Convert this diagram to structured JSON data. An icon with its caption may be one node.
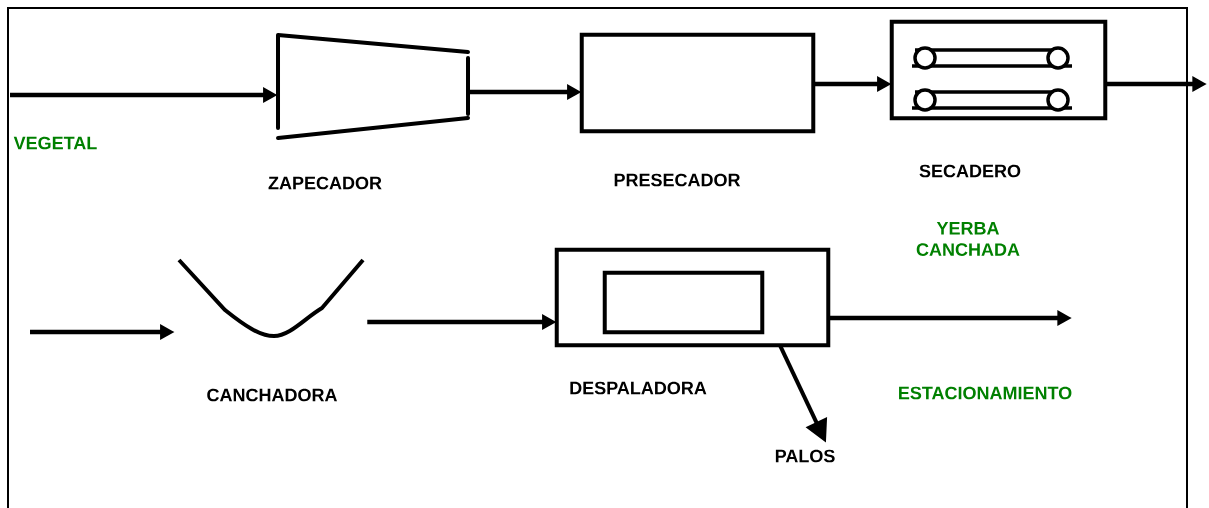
{
  "diagram": {
    "nodes": [
      {
        "text": [
          "ZAPECADOR"
        ]
      },
      {
        "text": [
          "PRESECADOR"
        ]
      },
      {
        "text": [
          "SECADERO"
        ]
      },
      {
        "text": [
          "CANCHADORA"
        ]
      },
      {
        "text": [
          "DESPALADORA"
        ]
      },
      {
        "text": [],
        "shape": "box",
        "in": 4
      },
      {
        "text": [
          "PALOS"
        ]
      }
    ],
    "edges": [
      {
        "from": null,
        "to": 0,
        "arrow": "to",
        "label": "VEGETAL"
      },
      {
        "from": 0,
        "to": 1,
        "arrow": "to"
      },
      {
        "from": 1,
        "to": 2,
        "arrow": "to"
      },
      {
        "from": 2,
        "to": null,
        "arrow": "to"
      },
      {
        "from": null,
        "to": 3,
        "arrow": "to"
      },
      {
        "from": 3,
        "to": 4,
        "arrow": "to"
      },
      {
        "from": 4,
        "to": null,
        "arrow": "to",
        "label": "ESTACIONAMIENTO"
      },
      {
        "from": 4,
        "to": 6,
        "arrow": "to"
      }
    ],
    "labels": [
      "YERBA CANCHADA"
    ]
  }
}
